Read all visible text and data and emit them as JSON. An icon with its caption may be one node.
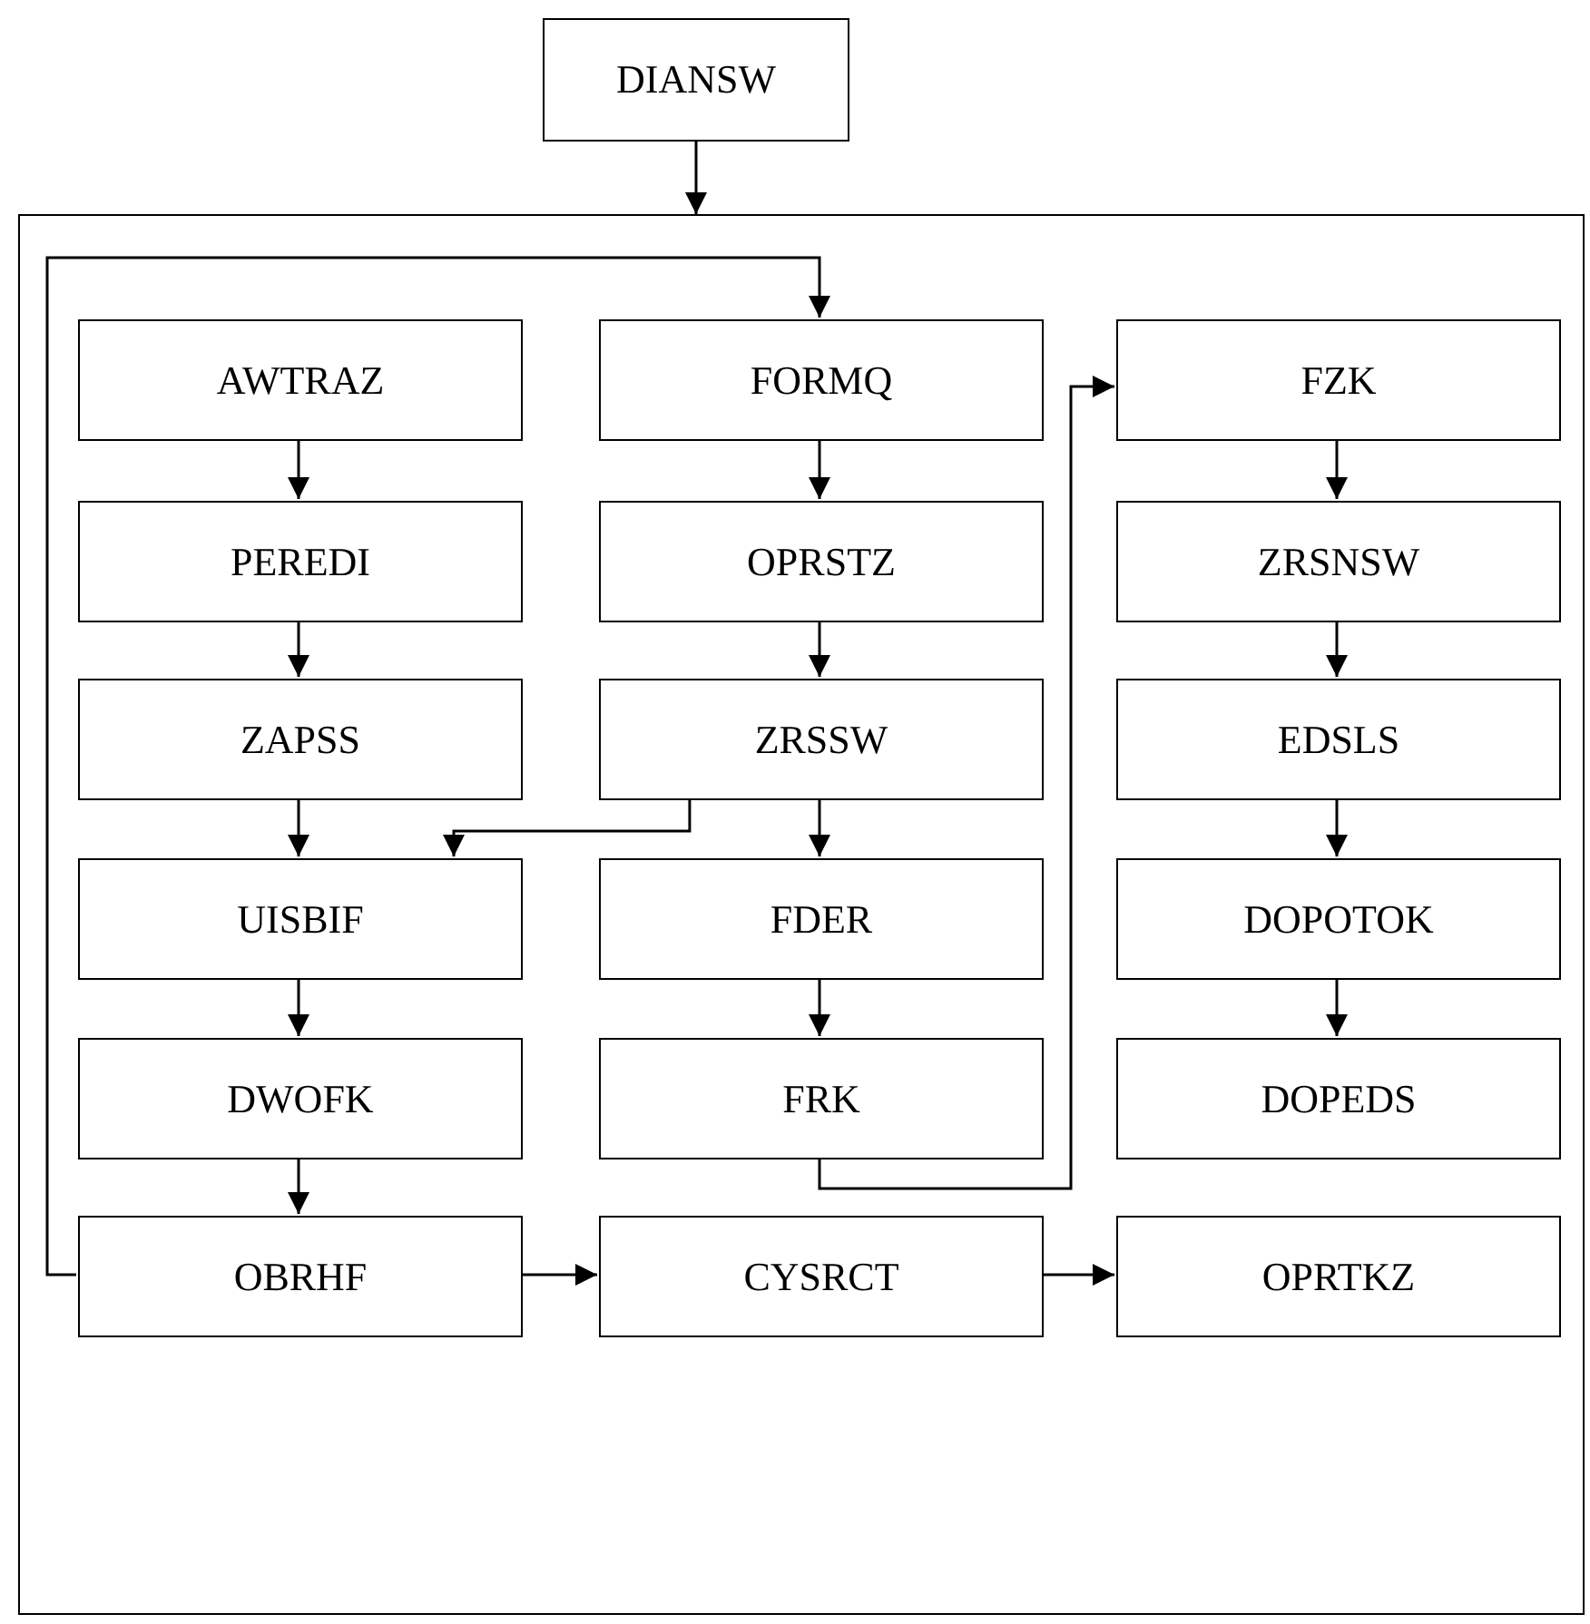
{
  "diagram": {
    "nodes": [
      {
        "text": [
          "DIANSW"
        ]
      },
      {
        "text": [],
        "shape": "box"
      },
      {
        "text": [
          "AWTRAZ"
        ],
        "in": 1
      },
      {
        "text": [
          "FORMQ"
        ],
        "in": 1
      },
      {
        "text": [
          "FZK"
        ],
        "in": 1
      },
      {
        "text": [
          "PEREDI"
        ],
        "in": 1
      },
      {
        "text": [
          "OPRSTZ"
        ],
        "in": 1
      },
      {
        "text": [
          "ZRSNSW"
        ],
        "in": 1
      },
      {
        "text": [
          "ZAPSS"
        ],
        "in": 1
      },
      {
        "text": [
          "ZRSSW"
        ],
        "in": 1
      },
      {
        "text": [
          "EDSLS"
        ],
        "in": 1
      },
      {
        "text": [
          "UISBIF"
        ],
        "in": 1
      },
      {
        "text": [
          "FDER"
        ],
        "in": 1
      },
      {
        "text": [
          "DOPOTOK"
        ],
        "in": 1
      },
      {
        "text": [
          "DWOFK"
        ],
        "in": 1
      },
      {
        "text": [
          "FRK"
        ],
        "in": 1
      },
      {
        "text": [
          "DOPEDS"
        ],
        "in": 1
      },
      {
        "text": [
          "OBRHF"
        ],
        "in": 1
      },
      {
        "text": [
          "CYSRCT"
        ],
        "in": 1
      },
      {
        "text": [
          "OPRTKZ"
        ],
        "in": 1
      }
    ],
    "edges": [
      {
        "from": 0,
        "to": 1,
        "arrow": "to"
      },
      {
        "from": 2,
        "to": 5,
        "arrow": "to"
      },
      {
        "from": 5,
        "to": 8,
        "arrow": "to"
      },
      {
        "from": 8,
        "to": 11,
        "arrow": "to"
      },
      {
        "from": 11,
        "to": 14,
        "arrow": "to"
      },
      {
        "from": 14,
        "to": 17,
        "arrow": "to"
      },
      {
        "from": 3,
        "to": 6,
        "arrow": "to"
      },
      {
        "from": 6,
        "to": 9,
        "arrow": "to"
      },
      {
        "from": 9,
        "to": 12,
        "arrow": "to"
      },
      {
        "from": 12,
        "to": 15,
        "arrow": "to"
      },
      {
        "from": 9,
        "to": 11,
        "arrow": "to"
      },
      {
        "from": 15,
        "to": 4,
        "arrow": "to"
      },
      {
        "from": 4,
        "to": 7,
        "arrow": "to"
      },
      {
        "from": 7,
        "to": 10,
        "arrow": "to"
      },
      {
        "from": 10,
        "to": 13,
        "arrow": "to"
      },
      {
        "from": 13,
        "to": 16,
        "arrow": "to"
      },
      {
        "from": 17,
        "to": 18,
        "arrow": "to"
      },
      {
        "from": 18,
        "to": 19,
        "arrow": "to"
      },
      {
        "from": 17,
        "to": 3,
        "arrow": "to"
      }
    ]
  }
}
